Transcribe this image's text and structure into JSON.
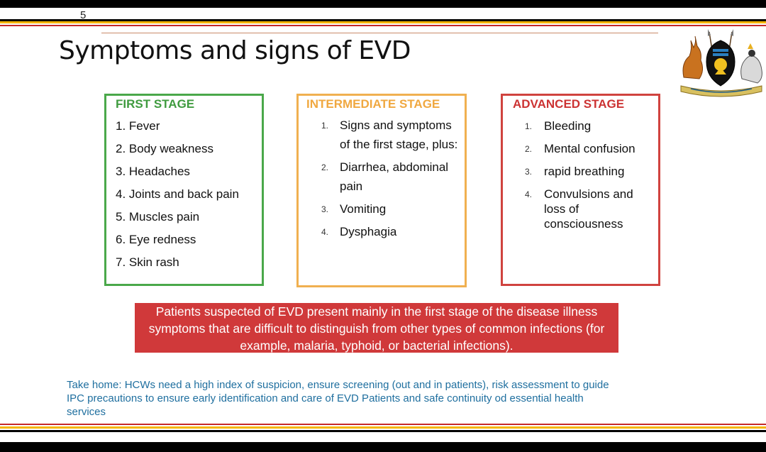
{
  "slide": {
    "page_number": "5",
    "title": "Symptoms and signs of EVD"
  },
  "colors": {
    "green": "#4aa84a",
    "orange": "#f0b050",
    "red": "#d0433f",
    "banner_bg": "#d0393a",
    "takehome_text": "#1f6f9f",
    "stripe_gold": "#f5b400",
    "stripe_red": "#c62828",
    "stripe_black": "#000000"
  },
  "icons": {
    "crest": "uganda-coat-of-arms-icon"
  },
  "first_stage": {
    "title": "FIRST STAGE",
    "items": [
      "1. Fever",
      "2. Body weakness",
      "3. Headaches",
      "4. Joints and back pain",
      "5. Muscles pain",
      "6. Eye redness",
      "7. Skin rash"
    ]
  },
  "intermediate_stage": {
    "title": "INTERMEDIATE STAGE",
    "items": [
      {
        "num": "1.",
        "text": "Signs and symptoms of the first stage, plus:"
      },
      {
        "num": "2.",
        "text": "Diarrhea, abdominal pain"
      },
      {
        "num": "3.",
        "text": "Vomiting"
      },
      {
        "num": "4.",
        "text": "Dysphagia"
      }
    ]
  },
  "advanced_stage": {
    "title": "ADVANCED STAGE",
    "items": [
      {
        "num": "1.",
        "text": "Bleeding"
      },
      {
        "num": "2.",
        "text": "Mental confusion"
      },
      {
        "num": "3.",
        "text": "rapid breathing"
      },
      {
        "num": "4.",
        "text": "Convulsions and loss of consciousness"
      }
    ]
  },
  "banner": {
    "text": "Patients suspected of EVD present mainly in the first stage of the disease illness symptoms that are difficult to distinguish from other types of common infections (for example, malaria, typhoid, or bacterial infections)."
  },
  "takehome": {
    "text": "Take home: HCWs need a high index of suspicion, ensure screening (out and in patients), risk assessment to guide IPC precautions to ensure early identification and care of EVD Patients and safe continuity od essential health services"
  }
}
